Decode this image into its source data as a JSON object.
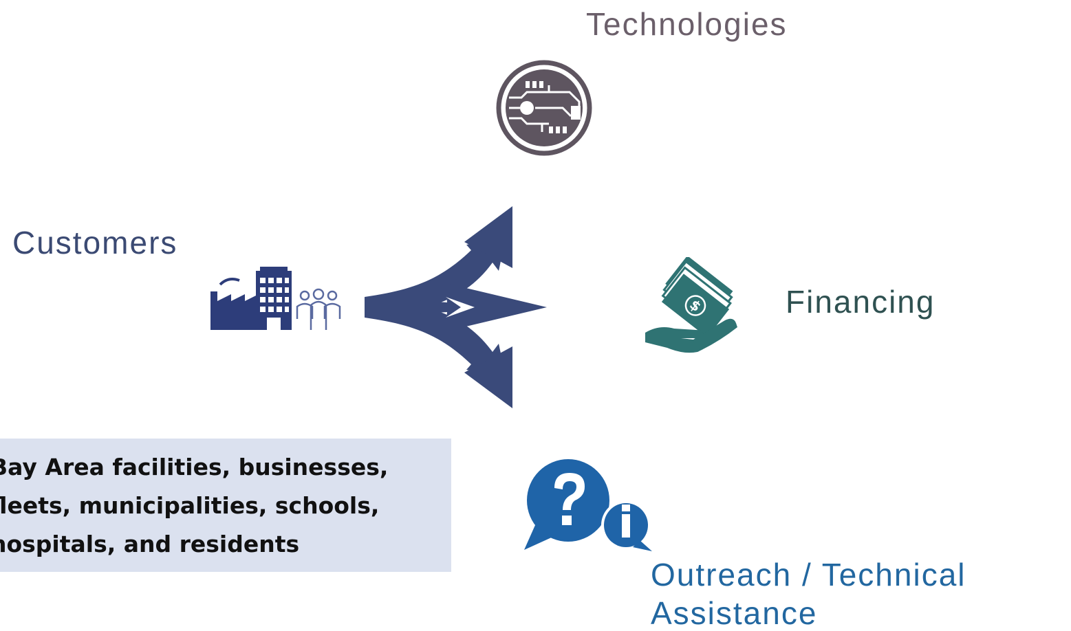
{
  "labels": {
    "technologies": "Technologies",
    "customers": "Customers",
    "financing": "Financing",
    "outreach_line1": "Outreach / Technical",
    "outreach_line2": "Assistance"
  },
  "customer_box": {
    "lines": [
      "Bay Area facilities, businesses,",
      "fleets, municipalities, schools,",
      "hospitals, and residents"
    ]
  },
  "icons": {
    "technologies": "circuit-chip-icon",
    "customers": "factory-building-people-icon",
    "arrows": "three-way-branch-arrow-icon",
    "financing": "money-in-hand-icon",
    "outreach": "question-info-bubbles-icon"
  },
  "colors": {
    "technologies": "#6b5f6a",
    "customers": "#3b4a73",
    "arrow": "#3a4a7a",
    "financing": "#2f7373",
    "outreach": "#1f64a8",
    "box_bg": "#dbe1ef"
  }
}
